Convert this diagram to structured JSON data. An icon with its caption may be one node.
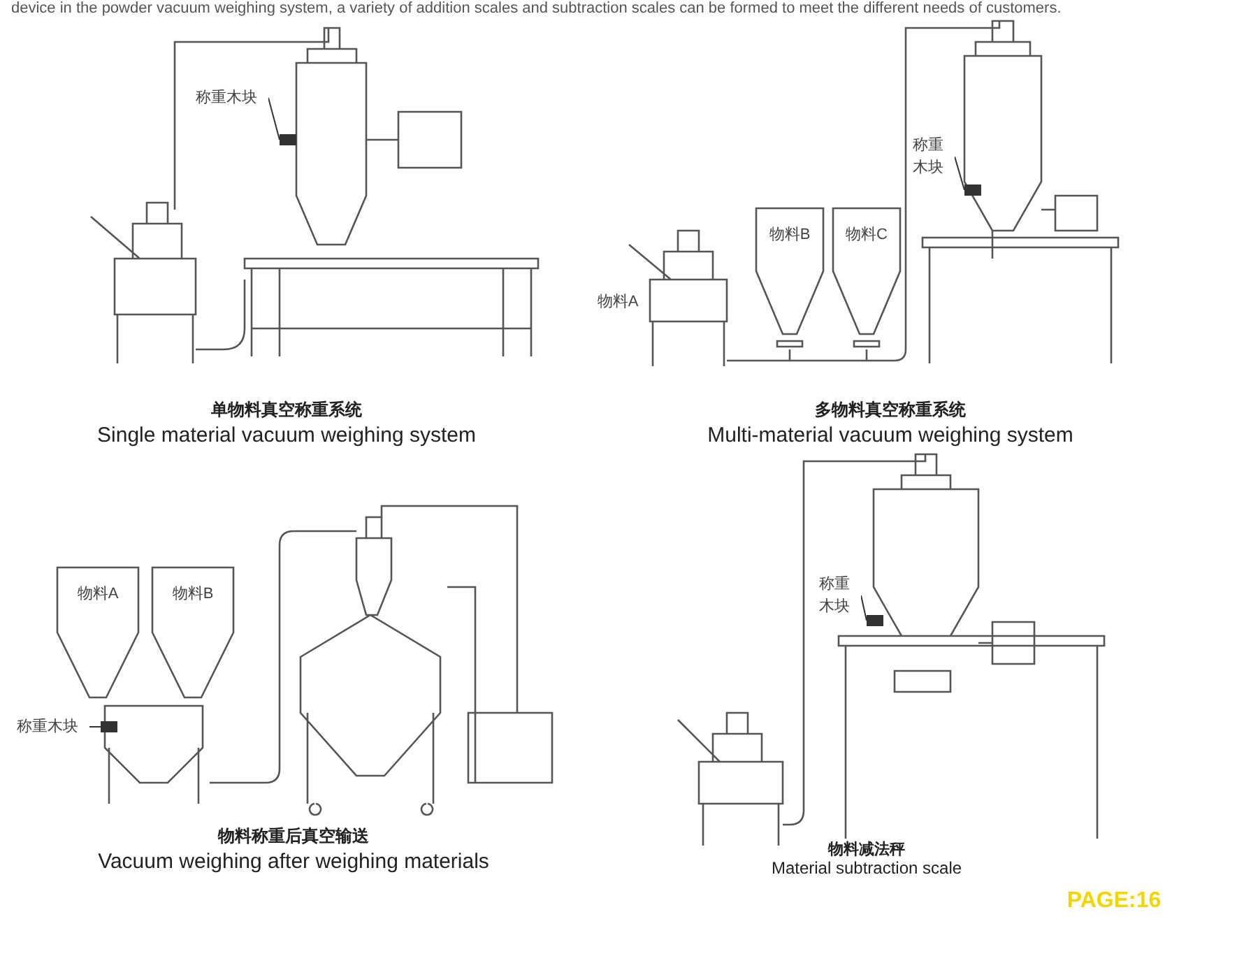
{
  "diagram": {
    "nodes": [
      {
        "text": [
          "称重木块"
        ]
      },
      {
        "text": [],
        "shape": "box"
      },
      {
        "text": [
          "物料B"
        ]
      },
      {
        "text": [
          "物料C"
        ]
      },
      {
        "text": [
          "称重木块"
        ]
      },
      {
        "text": [],
        "shape": "box"
      },
      {
        "text": [
          "物料A"
        ]
      },
      {
        "text": [
          "物料B"
        ]
      },
      {
        "text": [
          "称重木块"
        ]
      },
      {
        "text": [],
        "shape": "box"
      },
      {
        "text": [
          "称重木块"
        ]
      },
      {
        "text": [],
        "shape": "box"
      }
    ],
    "edges": [
      {
        "from": 0,
        "to": 1,
        "arrow": "none"
      },
      {
        "from": 4,
        "to": 5,
        "arrow": "none"
      },
      {
        "from": 8,
        "to": 9,
        "arrow": "none"
      },
      {
        "from": 10,
        "to": 11,
        "arrow": "none"
      }
    ],
    "labels": [
      "device in the powder vacuum weighing system, a variety of addition scales and subtraction scales can be formed to meet the different needs of customers.",
      "物料A",
      "单物料真空称重系统",
      "Single material vacuum weighing system",
      "多物料真空称重系统",
      "Multi-material vacuum weighing system",
      "物料称重后真空输送",
      "Vacuum weighing after weighing materials",
      "物料减法秤",
      "Material subtraction scale",
      "PAGE:16"
    ]
  }
}
